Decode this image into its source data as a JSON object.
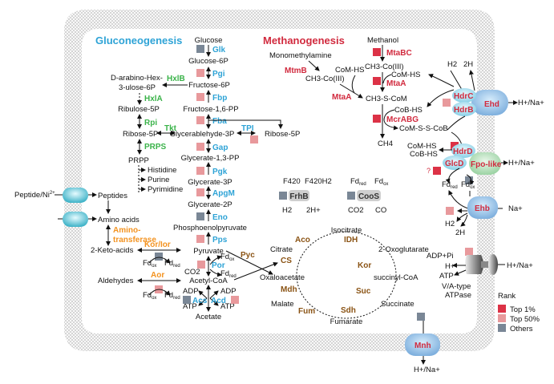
{
  "colors": {
    "top1": "#dc3246",
    "top50": "#e8999c",
    "others": "#7a8796",
    "gluconeogenesis": "#2ea3d6",
    "pentose": "#3bb34a",
    "methanogenesis": "#d12a3e",
    "amino": "#f39321",
    "tca": "#8a5314"
  },
  "titles": {
    "gluconeogenesis": "Gluconeogenesis",
    "methanogenesis": "Methanogenesis"
  },
  "glycolysis": {
    "metabolites": [
      "Glucose",
      "Glucose-6P",
      "Fructose-6P",
      "Fructose-1,6-PP",
      "Glycerablehyde-3P",
      "Glycerate-1,3-PP",
      "Glycerate-3P",
      "Glycerate-2P",
      "Phosphoenolpyruvate",
      "Pyruvate",
      "Acetyl-CoA",
      "Acetate"
    ],
    "enzymes": [
      {
        "name": "Glk",
        "rank": "others"
      },
      {
        "name": "Pgi",
        "rank": "top50"
      },
      {
        "name": "Fbp",
        "rank": "top50"
      },
      {
        "name": "Fba",
        "rank": "top50"
      },
      {
        "name": "Gap",
        "rank": "top50"
      },
      {
        "name": "Pgk",
        "rank": "top50"
      },
      {
        "name": "ApgM",
        "rank": "top50"
      },
      {
        "name": "Eno",
        "rank": "others"
      },
      {
        "name": "Pps",
        "rank": "top50"
      },
      {
        "name": "Por",
        "rank": "top50"
      }
    ],
    "tpi": {
      "name": "TPI",
      "rank": "top50",
      "product": "Ribose-5P"
    },
    "acs": {
      "name": "Acs",
      "rank": "others"
    },
    "acd": {
      "name": "Acd",
      "rank": "top50"
    },
    "co2": "CO2",
    "fdox": "Fd",
    "fdred": "Fd",
    "ox": "ox",
    "red": "red",
    "adp": "ADP",
    "atp": "ATP"
  },
  "pentose": {
    "hexulose": [
      "D-arabino-Hex-",
      "3-ulose-6P"
    ],
    "ribulose": "Ribulose-5P",
    "ribose": "Ribose-5P",
    "prpp": "PRPP",
    "products": [
      "Histidine",
      "Purine",
      "Pyrimidine"
    ],
    "enzymes": {
      "hxlb": "HxlB",
      "hxla": "HxlA",
      "rpi": "Rpi",
      "tkt": "Tkt",
      "prps": "PRPS"
    }
  },
  "transport": {
    "peptide_in": "Peptide/Ni",
    "peptide_sup": "2+",
    "peptides": "Peptides",
    "amino_acids": "Amino acids",
    "aminotransferase": [
      "Amino-",
      "transferase"
    ],
    "keto": "2-Keto-acids",
    "kor_ior": {
      "name": "Kor/Ior",
      "rank": "others"
    },
    "aldehydes": "Aldehydes",
    "aor": {
      "name": "Aor",
      "rank": "top50"
    }
  },
  "methanogenesis": {
    "methanol": "Methanol",
    "mma": "Monomethylamine",
    "ch3co": "CH3-Co(III)",
    "comhs": "CoM-HS",
    "ch3scom": "CH3-S-CoM",
    "cobhs": "CoB-HS",
    "comsscob": "CoM-S-S-CoB",
    "ch4": "CH4",
    "enzymes": [
      {
        "name": "MtaBC",
        "rank": "top1"
      },
      {
        "name": "MtaA",
        "rank": "top1"
      },
      {
        "name": "McrABG",
        "rank": "top1"
      }
    ],
    "mtmb": "MtmB",
    "mtaa2": "MtaA"
  },
  "complexes": {
    "hdrc": "HdrC",
    "hdrb": "HdrB",
    "ehd": "Ehd",
    "hdrd": "HdrD",
    "glcd": "GlcD",
    "fpo": "Fpo-like",
    "ehb": "Ehb",
    "mnh": "Mnh",
    "hdrcb_rank": "top50",
    "hdrd_rank": "top1",
    "glcd_rank": "top1",
    "fpo_rank": "others",
    "ehb_rank": "top50",
    "mnh_rank": "others",
    "atpase_rank": "top50",
    "question": "?",
    "h2": "H2",
    "2h": "2H",
    "hna": "H+/Na+",
    "na": "Na+",
    "atpase": [
      "V/A-type",
      "ATPase"
    ],
    "adppi": "ADP+Pi",
    "hplus": "H+",
    "atp": "ATP"
  },
  "hydrogenases": {
    "frhb": {
      "name": "FrhB",
      "rank": "others",
      "f420": "F420",
      "f420h2": "F420H2",
      "h2": "H2",
      "h": "2H+"
    },
    "coos": {
      "name": "CooS",
      "rank": "others",
      "co2": "CO2",
      "co": "CO"
    }
  },
  "tca": {
    "metabolites": [
      "Isocitrate",
      "2-Oxoglutarate",
      "succinyl-CoA",
      "Succinate",
      "Fumarate",
      "Malate",
      "Oxaloacetate",
      "Citrate"
    ],
    "enzymes": [
      "IDH",
      "Kor",
      "Suc",
      "Sdh",
      "Fum",
      "Mdh",
      "CS",
      "Aco"
    ],
    "pyc": "Pyc"
  },
  "legend": {
    "title": "Rank",
    "items": [
      {
        "label": "Top 1%",
        "rank": "top1"
      },
      {
        "label": "Top 50%",
        "rank": "top50"
      },
      {
        "label": "Others",
        "rank": "others"
      }
    ]
  }
}
